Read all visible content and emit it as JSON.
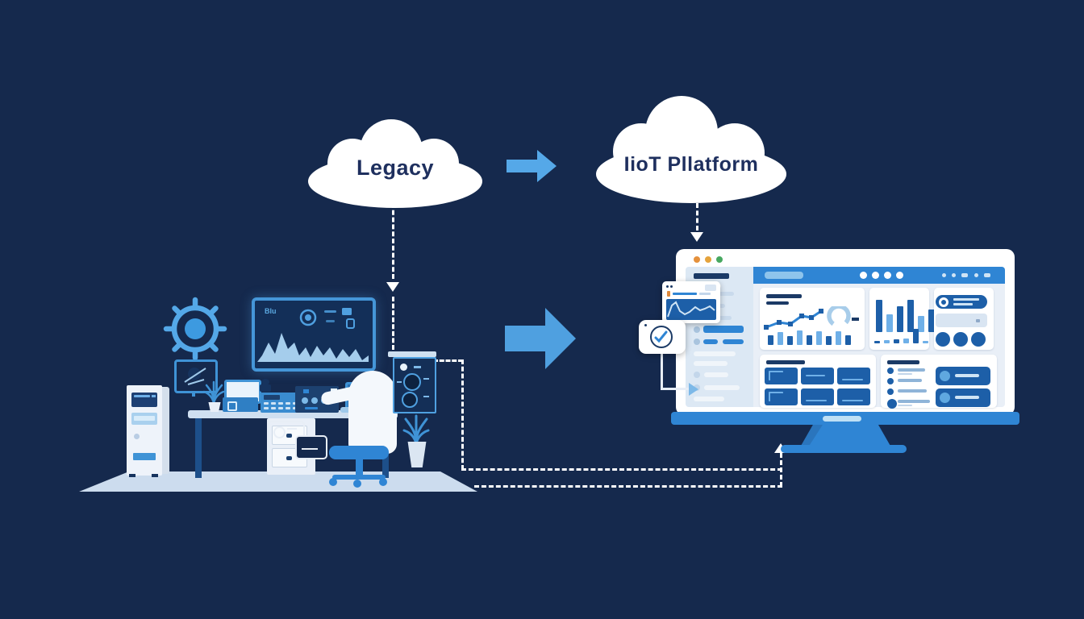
{
  "illustration": {
    "title": "Legacy workstation to IIoT platform migration",
    "background_color": "#15294d",
    "clouds": {
      "legacy": {
        "label": "Legacy"
      },
      "iiot": {
        "label": "IioT Pllatform"
      }
    },
    "wall_monitor": {
      "label": "Blu"
    },
    "colors": {
      "cloud_fill": "#ffffff",
      "cloud_text": "#1e2f5e",
      "arrow_blue": "#55a8e8",
      "accent_blue": "#4fa0e0",
      "dashboard_blue": "#2f85d4",
      "tile_blue": "#1d5fa8",
      "dashed_line": "#ffffff"
    },
    "browser_dots": [
      "#e5913c",
      "#e5a33c",
      "#47a860"
    ],
    "dashboard": {
      "growth_chart_bars": [
        {
          "h": 12
        },
        {
          "h": 16,
          "light": true
        },
        {
          "h": 11
        },
        {
          "h": 18,
          "light": true
        },
        {
          "h": 12
        },
        {
          "h": 17,
          "light": true
        },
        {
          "h": 11
        },
        {
          "h": 17,
          "light": true
        },
        {
          "h": 12
        }
      ],
      "bar_chart_bars": [
        {
          "h": 40
        },
        {
          "h": 22,
          "light": true
        },
        {
          "h": 32
        },
        {
          "h": 40
        },
        {
          "h": 20,
          "light": true
        },
        {
          "h": 28
        }
      ],
      "bar_chart_footer": [
        {
          "h": 3
        },
        {
          "h": 4,
          "light": true
        },
        {
          "h": 5
        },
        {
          "h": 6,
          "light": true
        },
        {
          "h": 18
        },
        {
          "h": 3,
          "light": true
        }
      ],
      "kpi_circle_count": 3,
      "grid_tiles": [
        {
          "deco": "l-top"
        },
        {
          "deco": "line-mid"
        },
        {
          "deco": "line-bot"
        },
        {
          "deco": "l-top"
        },
        {
          "deco": "line-bot"
        },
        {
          "deco": "line-bot"
        }
      ],
      "activity_rows": [
        {
          "icon": "",
          "w": 34,
          "sub": true
        },
        {
          "icon": "",
          "w": 30,
          "sub": false
        },
        {
          "icon": "",
          "w": 36,
          "sub": false
        },
        {
          "icon": "big",
          "w": 40,
          "sub": true
        }
      ],
      "side_tile_count": 2
    }
  }
}
